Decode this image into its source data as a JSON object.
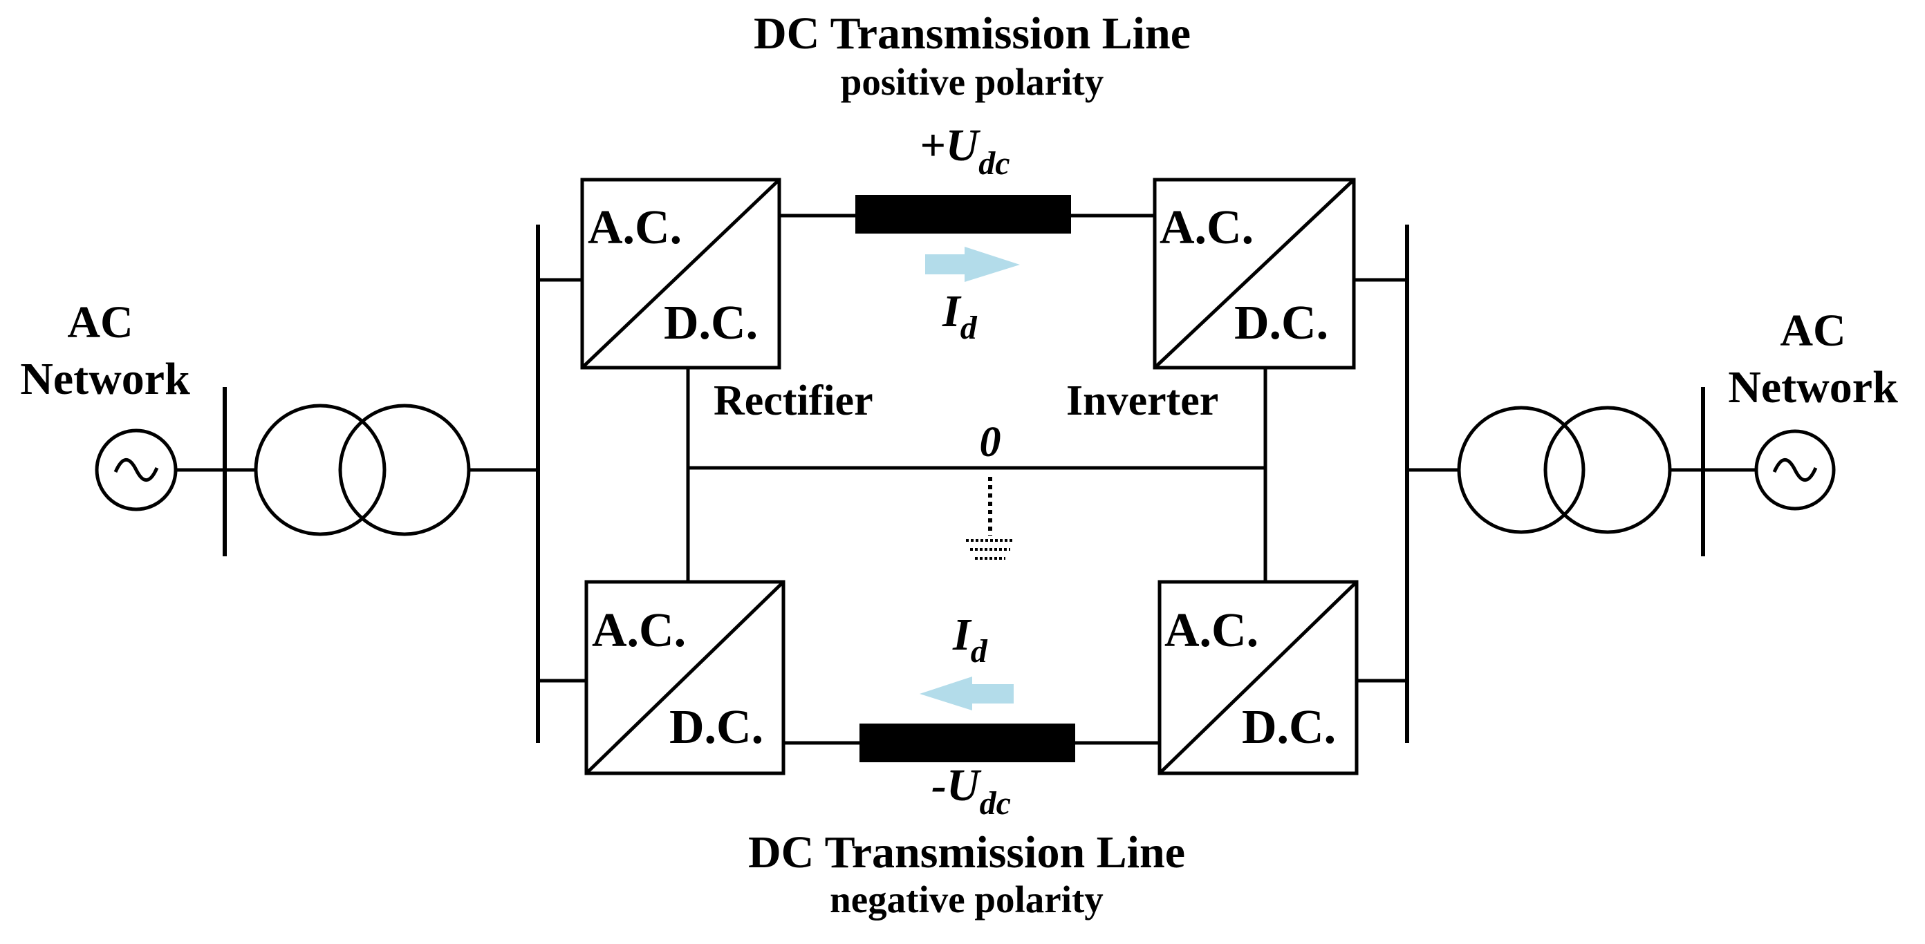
{
  "title_top": {
    "line1": "DC Transmission Line",
    "line2": "positive polarity"
  },
  "title_bottom": {
    "line1": "DC Transmission Line",
    "line2": "negative polarity"
  },
  "left_network": {
    "line1": "AC",
    "line2": "Network"
  },
  "right_network": {
    "line1": "AC",
    "line2": "Network"
  },
  "converter_labels": {
    "ac": "A.C.",
    "dc": "D.C."
  },
  "rectifier_label": "Rectifier",
  "inverter_label": "Inverter",
  "neutral_label": "0",
  "positive_voltage": {
    "prefix": "+U",
    "subscript": "dc"
  },
  "negative_voltage": {
    "prefix": "-U",
    "subscript": "dc"
  },
  "current_top": {
    "main": "I",
    "subscript": "d"
  },
  "current_bottom": {
    "main": "I",
    "subscript": "d"
  },
  "colors": {
    "arrow": "#b3dcea",
    "line": "#000000",
    "cable": "#000000"
  },
  "icons": [
    "ac-source-icon",
    "transformer-icon",
    "converter-icon",
    "ground-icon",
    "current-arrow-icon"
  ]
}
